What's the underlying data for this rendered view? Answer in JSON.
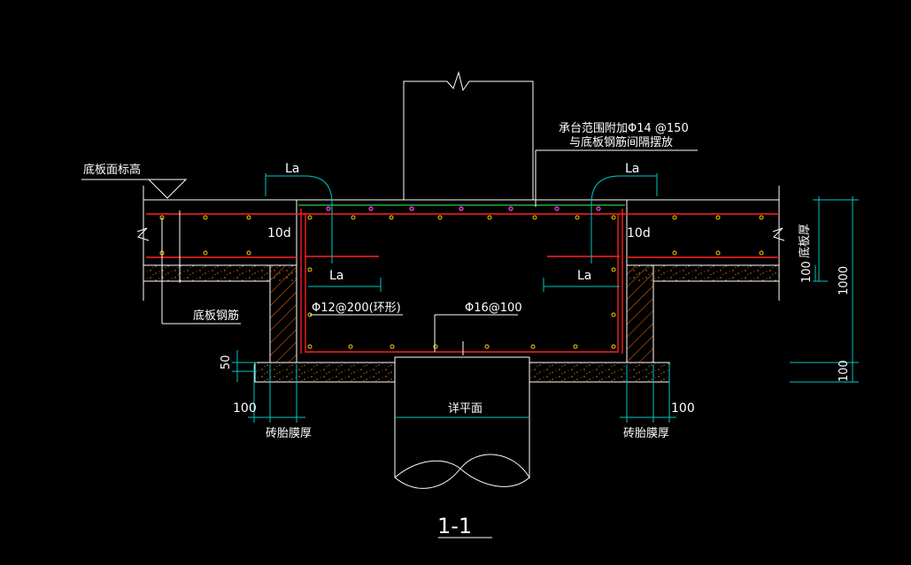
{
  "labels": {
    "floor_level": "底板面标高",
    "annotation_line1": "承台范围附加Φ14 @150",
    "annotation_line2": "与底板钢筋间隔摆放",
    "la_top_left": "La",
    "la_top_right": "La",
    "ten_d_left": "10d",
    "ten_d_right": "10d",
    "la_mid_left": "La",
    "la_mid_right": "La",
    "floor_rebar": "底板钢筋",
    "ring_rebar": "Φ12@200(环形)",
    "bottom_rebar": "Φ16@100",
    "dim_50": "50",
    "dim_100_left": "100",
    "dim_100_right": "100",
    "brick_left": "砖胎膜厚",
    "brick_right": "砖胎膜厚",
    "pile_plan": "详平面",
    "slab_thickness": "底板厚",
    "dim_100_r1": "100",
    "dim_1000": "1000",
    "dim_100_r2": "100",
    "section_title": "1-1"
  },
  "colors": {
    "background": "#000000",
    "outline": "#ffffff",
    "rebar": "#ff2020",
    "dimension": "#00c8c8",
    "hatch": "#ff6a00",
    "bar_dot": "#ffd000",
    "extra_bar": "#ff40ff",
    "top_line": "#40ff40"
  }
}
